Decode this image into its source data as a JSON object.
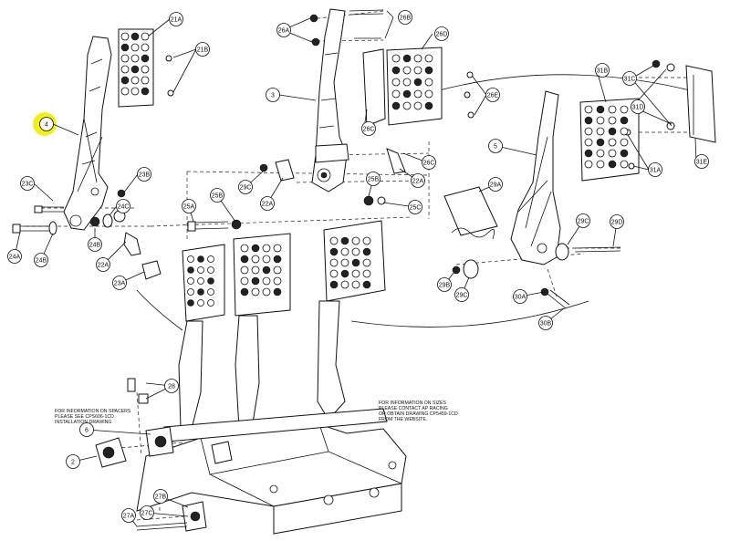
{
  "highlight_color": "#f2ef1c",
  "callouts": {
    "c21A": "21A",
    "c21B": "21B",
    "c26A": "26A",
    "c26B": "26B",
    "c26D": "26D",
    "c3": "3",
    "c4": "4",
    "c26E": "26E",
    "c26C": "26C",
    "c31B": "31B",
    "c31C": "31C",
    "c31D": "31D",
    "c31E": "31E",
    "c31A": "31A",
    "c5": "5",
    "c23C": "23C",
    "c23B": "23B",
    "c24C": "24C",
    "c24B": "24B",
    "c24A": "24A",
    "c24B2": "24B",
    "c22A": "22A",
    "c23A": "23A",
    "c29C": "29C",
    "c22A2": "22A",
    "c25B": "25B",
    "c25A": "25A",
    "c25B2": "25B",
    "c25C": "25C",
    "c22A3": "22A",
    "c26C2": "26C",
    "c29A": "29A",
    "c29C2": "29C",
    "c29D": "29D",
    "c29B": "29B",
    "c29C3": "29C",
    "c30A": "30A",
    "c30B": "30B",
    "c28": "28",
    "c6": "6",
    "c2": "2",
    "c27C": "27C",
    "c27B": "27B",
    "c27A": "27A"
  },
  "notes": {
    "left_note": [
      "FOR INFORMATION ON SPACERS",
      "PLEASE SEE CPS606-1CD",
      "INSTALLATION DRAWING"
    ],
    "right_note": [
      "FOR INFORMATION ON SIZES",
      "PLEASE CONTACT AP RACING",
      "OR OBTAIN DRAWING CP5459-1CD",
      "FROM THE WEBSITE."
    ]
  }
}
